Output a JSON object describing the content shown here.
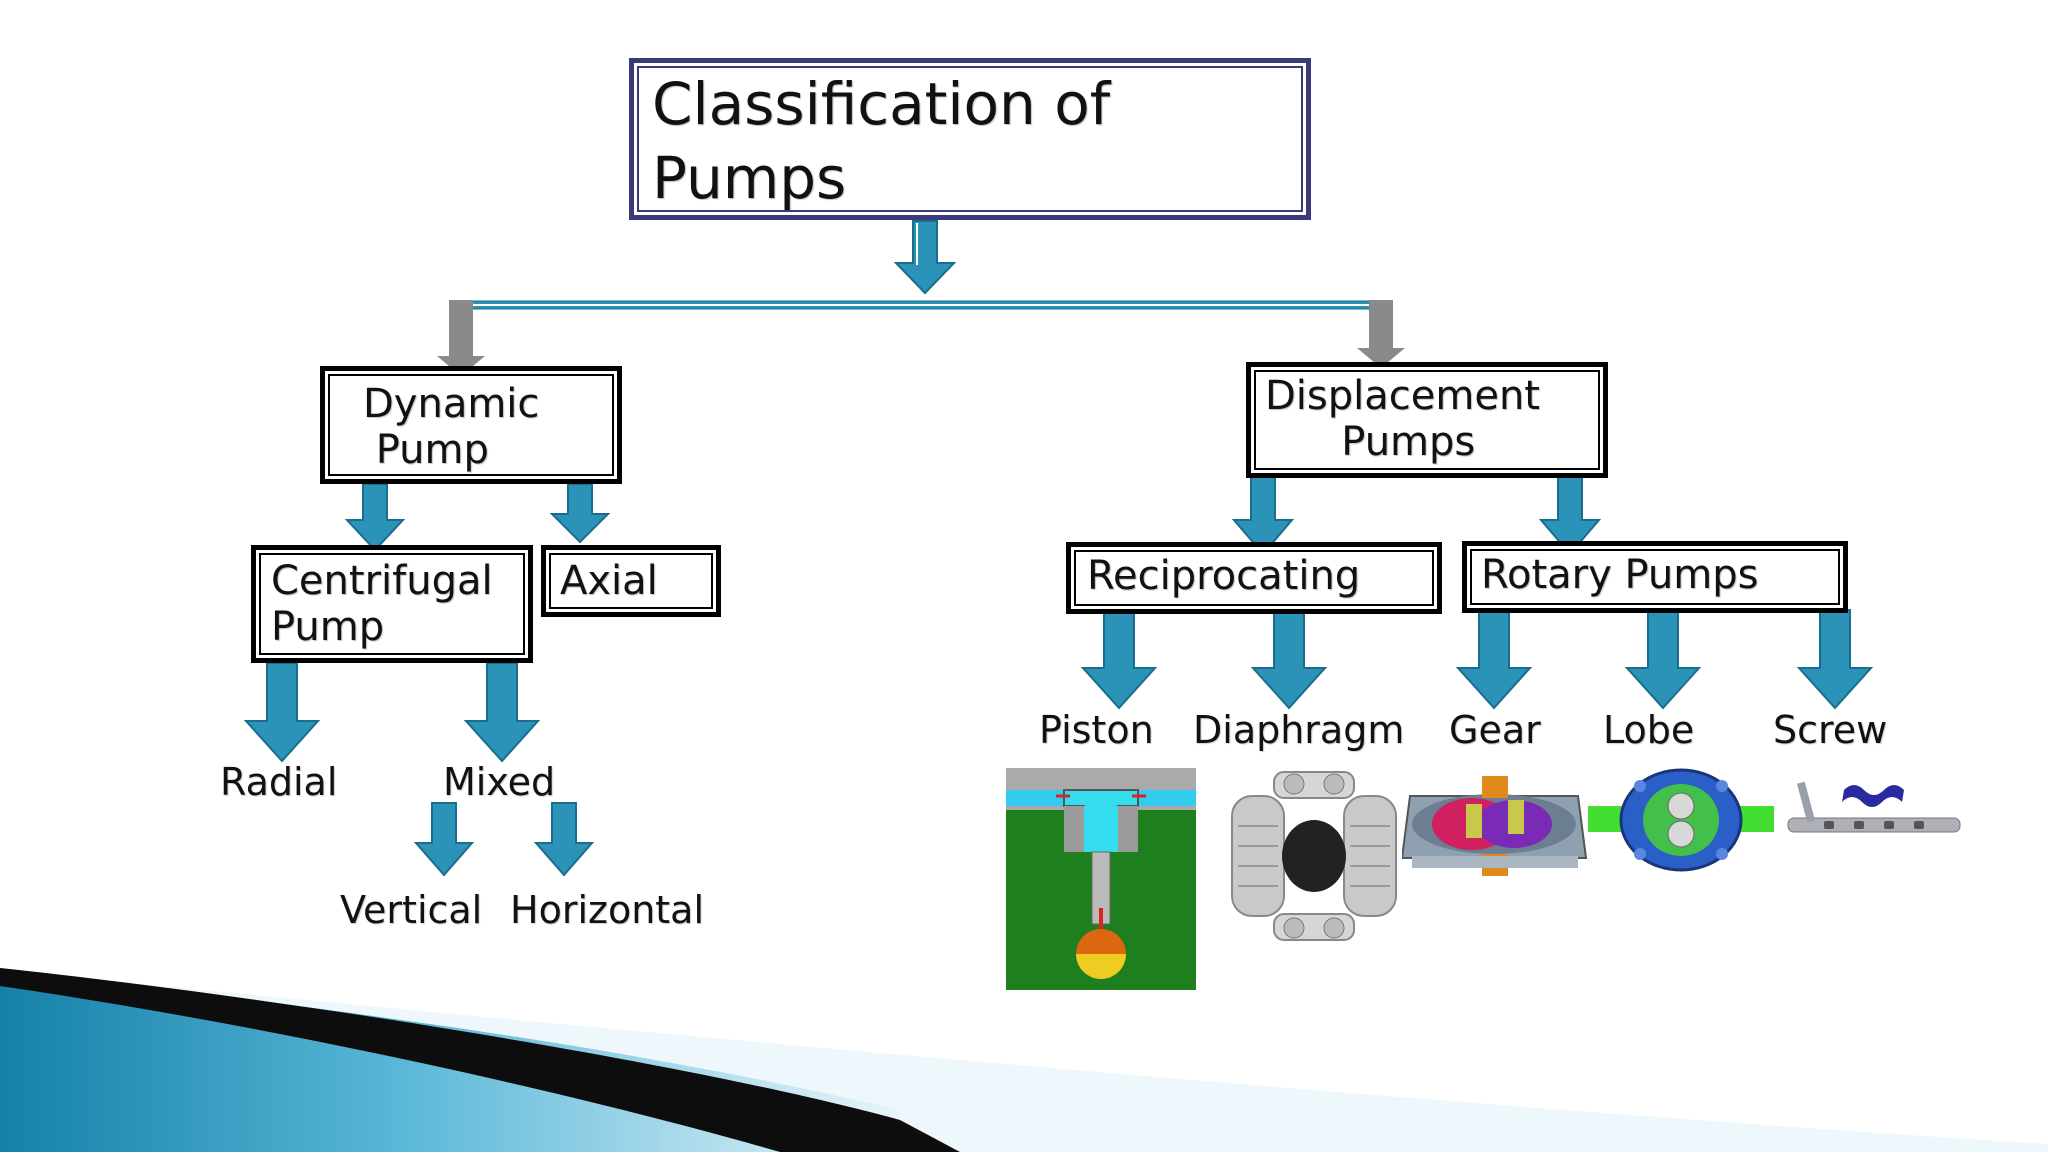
{
  "title": "Classification of\nPumps",
  "nodes": {
    "dynamic": "Dynamic\n Pump",
    "displacement": "Displacement\n      Pumps",
    "centrifugal": "Centrifugal\nPump",
    "axial": "Axial",
    "reciprocating": "Reciprocating",
    "rotary": "Rotary Pumps"
  },
  "leaves": {
    "radial": "Radial",
    "mixed": "Mixed",
    "vertical": "Vertical",
    "horizontal": "Horizontal",
    "piston": "Piston",
    "diaphragm": "Diaphragm",
    "gear": "Gear",
    "lobe": "Lobe",
    "screw": "Screw"
  },
  "images": [
    "piston-pump-illustration",
    "diaphragm-pump-illustration",
    "gear-pump-illustration",
    "lobe-pump-illustration",
    "screw-pump-illustration"
  ],
  "colors": {
    "arrow": "#2b93b7",
    "arrow_dark": "#1a6d8c",
    "connector_gray": "#8a8a8a",
    "title_border": "#3a3a7a",
    "footer_blue": "#1d88b0",
    "footer_dark": "#0c0c0c"
  }
}
